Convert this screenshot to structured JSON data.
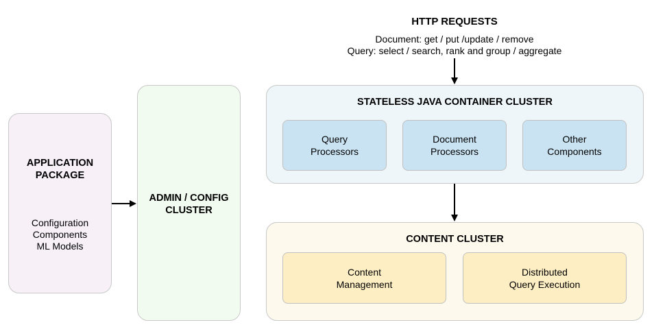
{
  "http": {
    "title": "HTTP REQUESTS",
    "document_line": "Document: get / put /update / remove",
    "query_line": "Query: select / search, rank and group / aggregate"
  },
  "application_package": {
    "title": "APPLICATION\nPACKAGE",
    "items": [
      "Configuration",
      "Components",
      "ML Models"
    ]
  },
  "admin_cluster": {
    "title": "ADMIN / CONFIG\nCLUSTER"
  },
  "container_cluster": {
    "title": "STATELESS JAVA CONTAINER CLUSTER",
    "components": [
      {
        "label": "Query\nProcessors"
      },
      {
        "label": "Document\nProcessors"
      },
      {
        "label": "Other\nComponents"
      }
    ]
  },
  "content_cluster": {
    "title": "CONTENT CLUSTER",
    "components": [
      {
        "label": "Content\nManagement"
      },
      {
        "label": "Distributed\nQuery Execution"
      }
    ]
  },
  "colors": {
    "app_fill": "#f7f0f7",
    "admin_fill": "#f2fbef",
    "container_fill": "#eef6fa",
    "container_item_fill": "#c9e3f2",
    "content_fill": "#fdf9ec",
    "content_item_fill": "#fdeec3",
    "arrow": "#000000"
  }
}
